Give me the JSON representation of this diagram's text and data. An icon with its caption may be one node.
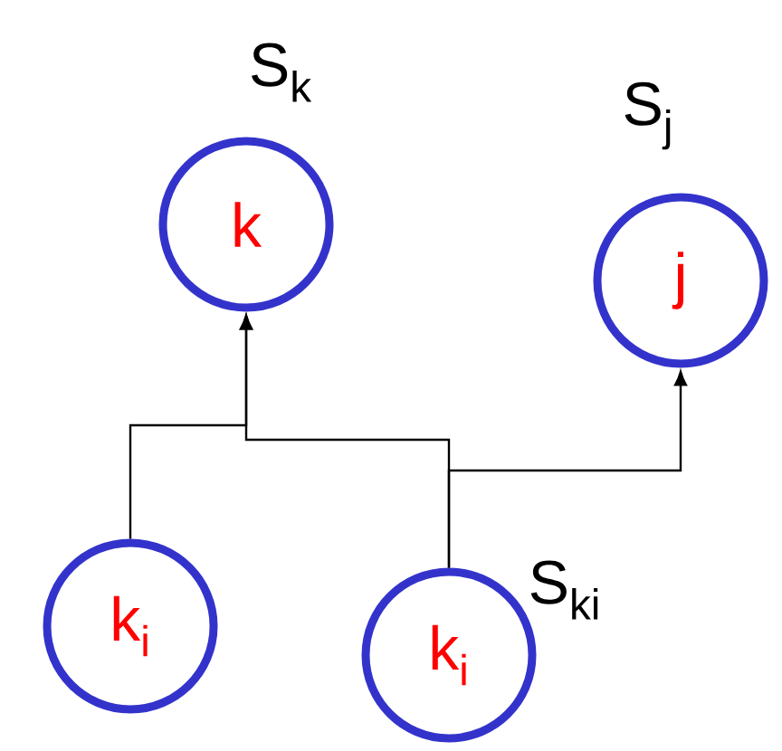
{
  "diagram": {
    "nodes": [
      {
        "text": [
          "k"
        ],
        "beside": [
          "S$_{k}$"
        ]
      },
      {
        "text": [
          "j"
        ],
        "beside": [
          "S$_{j}$"
        ]
      },
      {
        "text": [
          "k$_{i}$"
        ]
      },
      {
        "text": [
          "k$_{i}$"
        ],
        "beside": [
          "S$_{ki}$"
        ]
      }
    ],
    "edges": [
      {
        "from": 2,
        "to": 0,
        "arrow": "to"
      },
      {
        "from": 3,
        "to": 0,
        "arrow": "to"
      },
      {
        "from": 3,
        "to": 1,
        "arrow": "to"
      }
    ]
  }
}
